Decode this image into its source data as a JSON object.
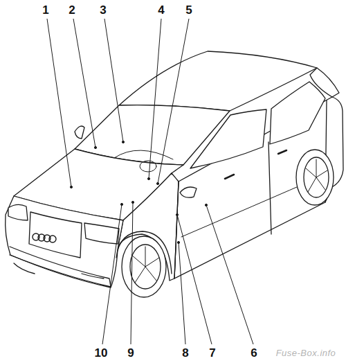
{
  "diagram": {
    "labels": [
      "1",
      "2",
      "3",
      "4",
      "5",
      "10",
      "9",
      "8",
      "7",
      "6",
      "Fuse-Box.info"
    ]
  }
}
